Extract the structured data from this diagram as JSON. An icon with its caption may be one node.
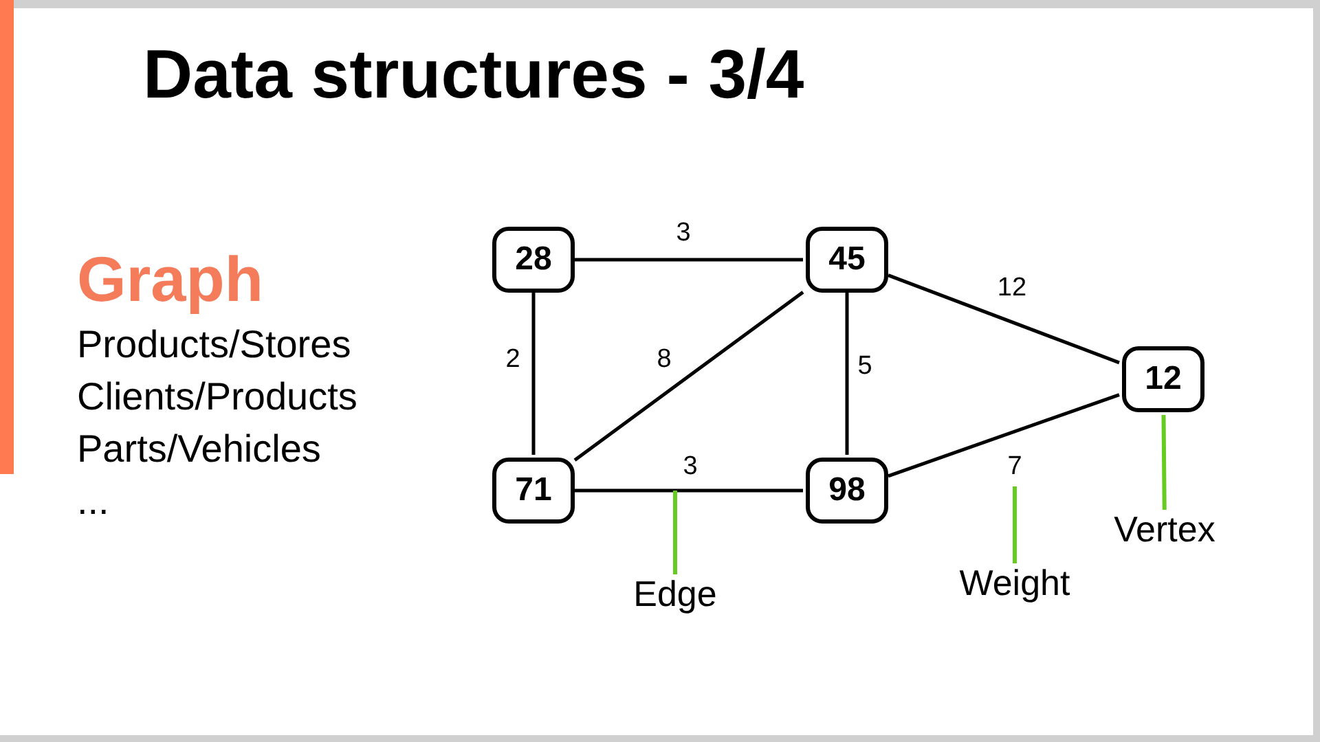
{
  "diagram": {
    "title": "Data structures - 3/4",
    "nodes": [
      {
        "text": [
          "28"
        ]
      },
      {
        "text": [
          "45"
        ]
      },
      {
        "text": [
          "71"
        ]
      },
      {
        "text": [
          "98"
        ]
      },
      {
        "text": [
          "12"
        ]
      },
      {
        "text": [
          "Edge"
        ]
      },
      {
        "text": [
          "Weight"
        ]
      },
      {
        "text": [
          "Vertex"
        ]
      }
    ],
    "edges": [
      {
        "from": 0,
        "to": 1,
        "arrow": "none",
        "label": "3"
      },
      {
        "from": 0,
        "to": 2,
        "arrow": "none",
        "label": "2"
      },
      {
        "from": 2,
        "to": 1,
        "arrow": "none",
        "label": "8"
      },
      {
        "from": 1,
        "to": 3,
        "arrow": "none",
        "label": "5"
      },
      {
        "from": 1,
        "to": 4,
        "arrow": "none",
        "label": "12"
      },
      {
        "from": 2,
        "to": 3,
        "arrow": "none",
        "label": "3"
      },
      {
        "from": 3,
        "to": 4,
        "arrow": "none",
        "label": "7"
      },
      {
        "from": 5,
        "to": null,
        "arrow": "none",
        "color": "#66cc22"
      },
      {
        "from": 6,
        "to": null,
        "arrow": "none",
        "color": "#66cc22"
      },
      {
        "from": 7,
        "to": 4,
        "arrow": "none",
        "color": "#66cc22"
      }
    ],
    "labels": [
      "Graph",
      "Products/Stores",
      "Clients/Products",
      "Parts/Vehicles",
      "..."
    ]
  }
}
